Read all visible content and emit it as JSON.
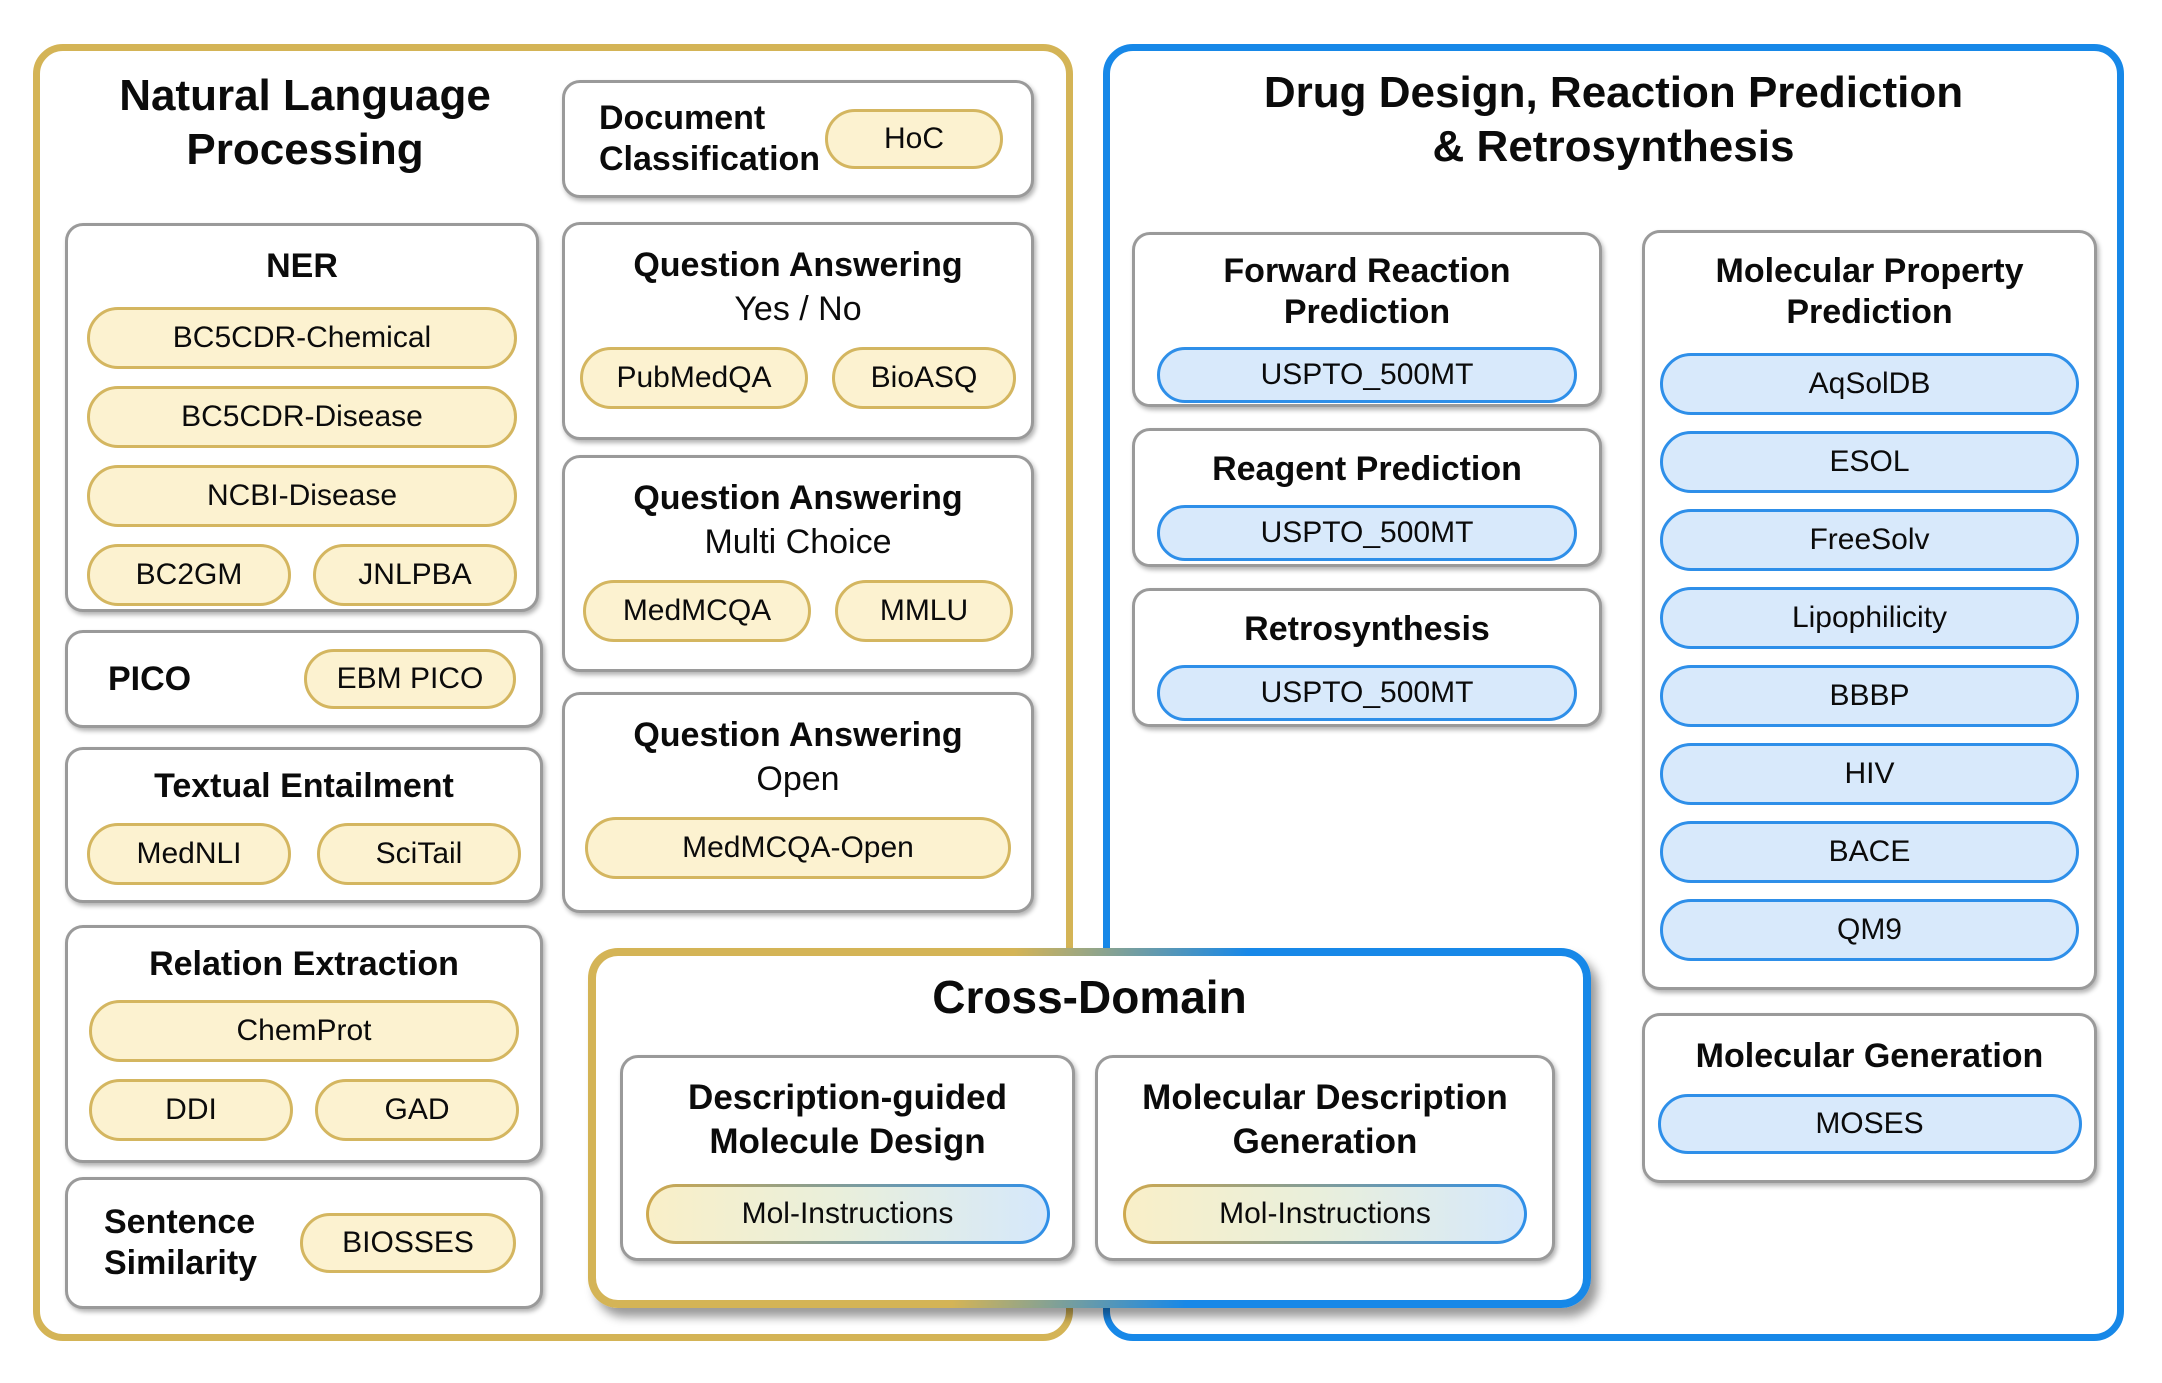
{
  "colors": {
    "gold_border": "#D4B456",
    "blue_border": "#1788E8",
    "yellow_pill_bg": "#FCF2D0",
    "yellow_pill_border": "#D4B660",
    "blue_pill_bg": "#D8E9FB",
    "blue_pill_border": "#2E8FE9",
    "box_border": "#9A9A9A",
    "text": "#0B0B0B"
  },
  "nlp": {
    "title_lines": [
      "Natural Language",
      "Processing"
    ],
    "ner": {
      "title": "NER",
      "pills": [
        "BC5CDR-Chemical",
        "BC5CDR-Disease",
        "NCBI-Disease",
        "BC2GM",
        "JNLPBA"
      ]
    },
    "pico": {
      "title": "PICO",
      "pill": "EBM PICO"
    },
    "textual_entailment": {
      "title": "Textual Entailment",
      "pills": [
        "MedNLI",
        "SciTail"
      ]
    },
    "relation_extraction": {
      "title": "Relation Extraction",
      "pills": [
        "ChemProt",
        "DDI",
        "GAD"
      ]
    },
    "sentence_similarity": {
      "title_lines": [
        "Sentence",
        "Similarity"
      ],
      "pill": "BIOSSES"
    },
    "document_classification": {
      "title_lines": [
        "Document",
        "Classification"
      ],
      "pill": "HoC"
    },
    "qa_yes_no": {
      "title": "Question Answering",
      "subtitle": "Yes / No",
      "pills": [
        "PubMedQA",
        "BioASQ"
      ]
    },
    "qa_multi_choice": {
      "title": "Question Answering",
      "subtitle": "Multi Choice",
      "pills": [
        "MedMCQA",
        "MMLU"
      ]
    },
    "qa_open": {
      "title": "Question Answering",
      "subtitle": "Open",
      "pill": "MedMCQA-Open"
    }
  },
  "drug": {
    "title_lines": [
      "Drug Design, Reaction Prediction",
      "& Retrosynthesis"
    ],
    "forward_reaction_prediction": {
      "title_lines": [
        "Forward Reaction",
        "Prediction"
      ],
      "pill": "USPTO_500MT"
    },
    "reagent_prediction": {
      "title": "Reagent Prediction",
      "pill": "USPTO_500MT"
    },
    "retrosynthesis": {
      "title": "Retrosynthesis",
      "pill": "USPTO_500MT"
    },
    "molecular_property_prediction": {
      "title_lines": [
        "Molecular Property",
        "Prediction"
      ],
      "pills": [
        "AqSolDB",
        "ESOL",
        "FreeSolv",
        "Lipophilicity",
        "BBBP",
        "HIV",
        "BACE",
        "QM9"
      ]
    },
    "molecular_generation": {
      "title": "Molecular Generation",
      "pill": "MOSES"
    }
  },
  "cross": {
    "title": "Cross-Domain",
    "molecule_design": {
      "title_lines": [
        "Description-guided",
        "Molecule Design"
      ],
      "pill": "Mol-Instructions"
    },
    "description_generation": {
      "title_lines": [
        "Molecular Description",
        "Generation"
      ],
      "pill": "Mol-Instructions"
    }
  }
}
